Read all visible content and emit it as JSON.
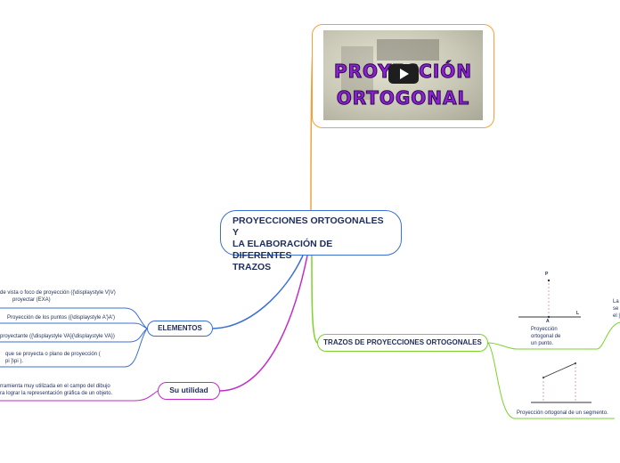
{
  "central": {
    "line1": "PROYECCIONES ORTOGONALES Y",
    "line2": "LA ELABORACIÓN DE DIFERENTES",
    "line3": "TRAZOS"
  },
  "video": {
    "title_line1": "PROYECCIÓN",
    "title_line2": "ORTOGONAL"
  },
  "elementos": {
    "label": "ELEMENTOS",
    "items": [
      {
        "line1": "de vista o foco de proyección ({\\displaystyle V}V)",
        "line2": "proyectar (EXA)"
      },
      {
        "line1": "Proyección de los puntos ({\\displaystyle A'}A')"
      },
      {
        "line1": "proyectante ({\\displaystyle VA}{\\displaystyle VA})"
      },
      {
        "line1": "que se proyecta o plano de proyección (",
        "line2": "pi }\\pi )."
      }
    ]
  },
  "utilidad": {
    "label": "Su utilidad",
    "line1": "rramienta muy utilizada en el campo del dibujo",
    "line2": "ra lograr la representación gráfica de un objeto."
  },
  "trazos": {
    "label": "TRAZOS DE PROYECCIONES ORTOGONALES",
    "fig1": {
      "line1": "Proyección",
      "line2": "ortogonal de",
      "line3": "un punto.",
      "lbl_p": "P",
      "lbl_a": "A",
      "lbl_l": "L"
    },
    "fig2": {
      "caption": "Proyección ortogonal de un segmento."
    },
    "side": {
      "line1": "La",
      "line2": "se",
      "line3": "el |"
    }
  }
}
